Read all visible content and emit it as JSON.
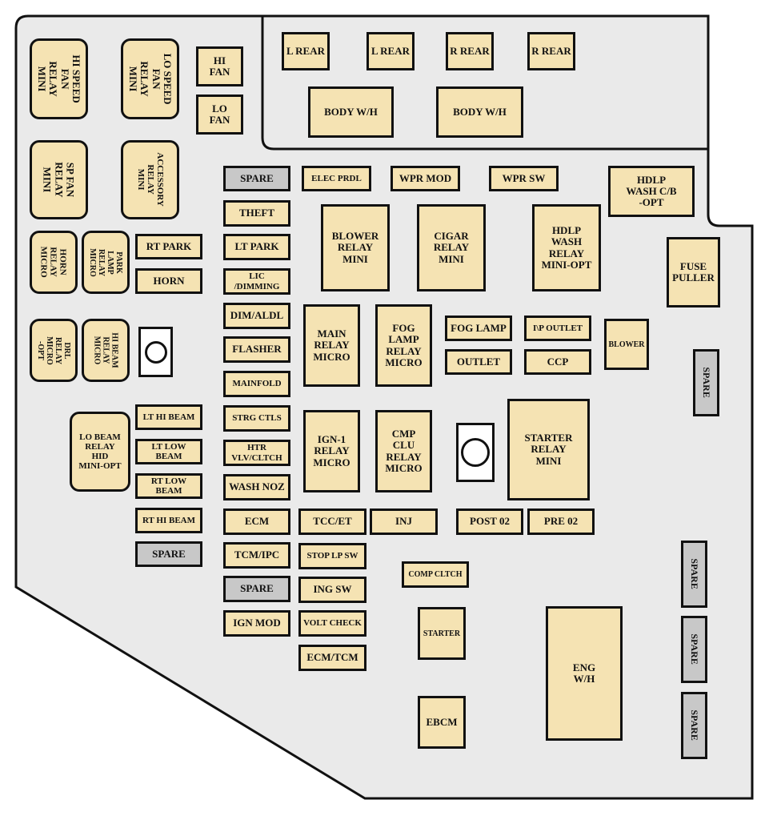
{
  "colors": {
    "fuse": "#f5e3b3",
    "spare": "#c8c8c8",
    "panel": "#eaeaea",
    "outline": "#111111"
  },
  "labels": {
    "hi_speed_fan_relay": "HI SPEED\nFAN\nRELAY\nMINI",
    "lo_speed_fan_relay": "LO SPEED\nFAN RELAY\nMINI",
    "hi_fan": "HI\nFAN",
    "lo_fan": "LO\nFAN",
    "l_rear_1": "L REAR",
    "l_rear_2": "L REAR",
    "r_rear_1": "R REAR",
    "r_rear_2": "R REAR",
    "body_wh_1": "BODY W/H",
    "body_wh_2": "BODY W/H",
    "sp_fan_relay": "SP FAN\nRELAY\nMINI",
    "accessory_relay": "ACCESSORY\nRELAY\nMINI",
    "spare_top": "SPARE",
    "elec_prdl": "ELEC PRDL",
    "wpr_mod": "WPR MOD",
    "wpr_sw": "WPR SW",
    "hdlp_wash_cb": "HDLP\nWASH C/B\n-OPT",
    "theft": "THEFT",
    "horn_relay": "HORN\nRELAY\nMICRO",
    "park_lamp_relay": "PARK LAMP\nRELAY\nMICRO",
    "rt_park": "RT PARK",
    "lt_park": "LT PARK",
    "blower_relay": "BLOWER\nRELAY\nMINI",
    "cigar_relay": "CIGAR\nRELAY\nMINI",
    "hdlp_wash_relay": "HDLP\nWASH\nRELAY\nMINI-OPT",
    "fuse_puller": "FUSE\nPULLER",
    "horn": "HORN",
    "lic_dimming": "LIC\n/DIMMING",
    "dim_aldl": "DIM/ALDL",
    "drl_relay": "DRL RELAY\nMICRO\n-OPT",
    "hi_beam_relay": "HI BEAM\nRELAY\nMICRO",
    "main_relay": "MAIN\nRELAY\nMICRO",
    "fog_lamp_relay": "FOG\nLAMP\nRELAY\nMICRO",
    "fog_lamp": "FOG LAMP",
    "ip_outlet": "I\\P OUTLET",
    "blower": "BLOWER",
    "flasher": "FLASHER",
    "outlet": "OUTLET",
    "ccp": "CCP",
    "spare_right_1": "SPARE",
    "mainfold": "MAINFOLD",
    "lt_hi_beam": "LT HI BEAM",
    "strg_ctls": "STRG CTLS",
    "lo_beam_relay": "LO BEAM\nRELAY\nHID\nMINI-OPT",
    "lt_low_beam": "LT LOW\nBEAM",
    "htr_vlv_cltch": "HTR\nVLV/CLTCH",
    "ign1_relay": "IGN-1\nRELAY\nMICRO",
    "cmp_clu_relay": "CMP\nCLU\nRELAY\nMICRO",
    "starter_relay": "STARTER\nRELAY\nMINI",
    "rt_low_beam": "RT LOW\nBEAM",
    "wash_noz": "WASH NOZ",
    "rt_hi_beam": "RT HI BEAM",
    "ecm": "ECM",
    "tcc_et": "TCC/ET",
    "inj": "INJ",
    "post_02": "POST 02",
    "pre_02": "PRE 02",
    "spare_left": "SPARE",
    "tcm_ipc": "TCM/IPC",
    "stop_lp_sw": "STOP LP SW",
    "comp_cltch": "COMP CLTCH",
    "spare_right_2": "SPARE",
    "spare_mid": "SPARE",
    "ing_sw": "ING SW",
    "ign_mod": "IGN MOD",
    "volt_check": "VOLT CHECK",
    "starter": "STARTER",
    "eng_wh": "ENG\nW/H",
    "spare_right_3": "SPARE",
    "ecm_tcm": "ECM/TCM",
    "ebcm": "EBCM",
    "spare_right_4": "SPARE"
  }
}
